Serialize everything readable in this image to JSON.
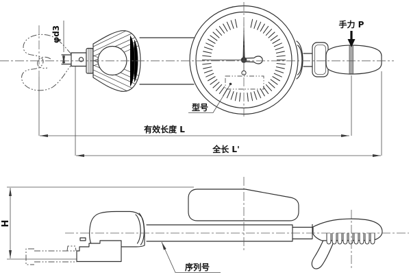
{
  "diagram": {
    "labels": {
      "phi_d3": "φd3",
      "hand_force": "手力 P",
      "model": "型号",
      "effective_length": "有效长度 L",
      "overall_length": "全长 L'",
      "height": "H",
      "serial": "序列号"
    },
    "colors": {
      "background": "#ffffff",
      "object_line": "#2e2e2e",
      "dimension_line": "#4a4a4a",
      "load_mark": "#a9a9a9",
      "text": "#111111"
    }
  }
}
